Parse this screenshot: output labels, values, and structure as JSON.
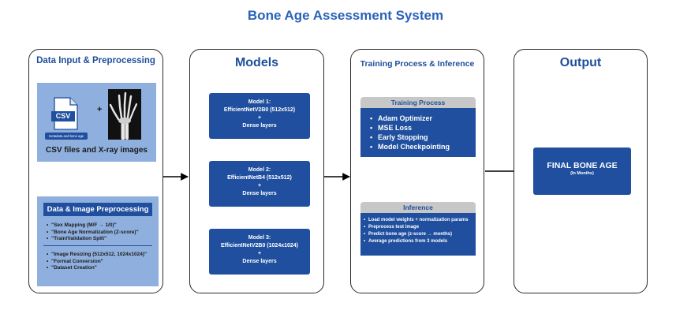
{
  "title": "Bone Age Assessment System",
  "panels": {
    "data_input": {
      "title": "Data Input & Preprocessing",
      "csv_icon_label": "CSV",
      "csv_caption": "metadata and bone age",
      "plus": "+",
      "files_label": "CSV files and X-ray images",
      "preprocessing_title": "Data & Image Preprocessing",
      "group1": [
        "\"Sex Mapping (M/F → 1/0)\"",
        "\"Bone Age Normalization (Z-score)\"",
        "\"Train/Validation Split\""
      ],
      "group2": [
        "\"Image Resizing (512x512, 1024x1024)\"",
        "\"Format Conversion\"",
        "\"Dataset Creation\""
      ]
    },
    "models": {
      "title": "Models",
      "items": [
        {
          "name": "Model 1:",
          "arch": "EfficientNetV2B0 (512x512)",
          "plus": "+",
          "layers": "Dense layers"
        },
        {
          "name": "Model 2:",
          "arch": "EfficientNetB4 (512x512)",
          "plus": "+",
          "layers": "Dense layers"
        },
        {
          "name": "Model 3:",
          "arch": "EfficientNetV2B0 (1024x1024)",
          "plus": "+",
          "layers": "Dense layers"
        }
      ]
    },
    "training": {
      "title": "Training Process & Inference",
      "training_title": "Training Process",
      "training_items": [
        "Adam Optimizer",
        "MSE Loss",
        "Early Stopping",
        "Model Checkpointing"
      ],
      "inference_title": "Inference",
      "inference_items": [
        "Load model weights + normalization params",
        "Preprocess test image",
        "Predict bone age (z-score → months)",
        "Average predictions from 3 models"
      ]
    },
    "output": {
      "title": "Output",
      "result": "FINAL BONE AGE",
      "unit": "(In Months)"
    }
  },
  "colors": {
    "accent": "#1f4f9e",
    "light_box": "#8fb0de",
    "gray_header": "#c7c7c7",
    "title": "#2a62b8"
  }
}
